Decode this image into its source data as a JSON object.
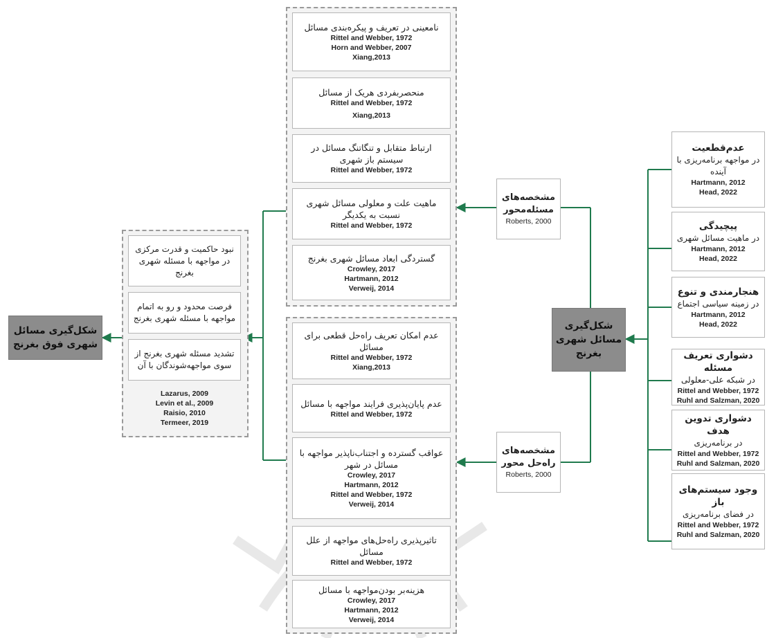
{
  "right_items": [
    {
      "head": "عدم‌قطعیت",
      "sub": "در مواجهه برنامه‌ریزی با آینده",
      "refs": [
        "Hartmann, 2012",
        "Head, 2022"
      ]
    },
    {
      "head": "پیچیدگی",
      "sub": "در ماهیت مسائل شهری",
      "refs": [
        "Hartmann, 2012",
        "Head, 2022"
      ]
    },
    {
      "head": "هنجارمندی و تنوع",
      "sub": "در زمینه سیاسی اجتماع",
      "refs": [
        "Hartmann, 2012",
        "Head, 2022"
      ]
    },
    {
      "head": "دشواری تعریف مسئله",
      "sub": "در شبکه علی-معلولی",
      "refs": [
        "Rittel and Webber, 1972",
        "Ruhl and Salzman, 2020"
      ]
    },
    {
      "head": "دشواری تدوین هدف",
      "sub": "در برنامه‌ریزی",
      "refs": [
        "Rittel and Webber, 1972",
        "Ruhl and Salzman, 2020"
      ]
    },
    {
      "head": "وجود سیستم‌های باز",
      "sub": "در فضای برنامه‌ریزی",
      "refs": [
        "Rittel and Webber, 1972",
        "Ruhl and Salzman, 2020"
      ]
    }
  ],
  "center_node": {
    "label": "شکل‌گیری مسائل شهری بغرنج"
  },
  "feature_nodes": [
    {
      "title": "مشخصه‌های مسئله‌محور",
      "ref": "Roberts, 2000"
    },
    {
      "title": "مشخصه‌های راه‌حل محور",
      "ref": "Roberts, 2000"
    }
  ],
  "problem_items": [
    {
      "text": "نامعینی در تعریف و پیکره‌بندی مسائل",
      "refs": [
        "Rittel and Webber, 1972",
        "Horn and Webber, 2007",
        "Xiang,2013"
      ]
    },
    {
      "text": "منحصربفردی هریک از مسائل",
      "refs": [
        "Rittel and Webber, 1972",
        "Xiang,2013"
      ]
    },
    {
      "text": "ارتباط متقابل و تنگاتنگ مسائل در سیستم باز شهری",
      "refs": [
        "Rittel and Webber, 1972"
      ]
    },
    {
      "text": "ماهیت علت و معلولی مسائل شهری نسبت به یکدیگر",
      "refs": [
        "Rittel and Webber, 1972"
      ]
    },
    {
      "text": "گستردگی ابعاد مسائل شهری بغرنج",
      "refs": [
        "Crowley, 2017",
        "Hartmann, 2012",
        "Verweij, 2014"
      ]
    }
  ],
  "solution_items": [
    {
      "text": "عدم امکان تعریف راه‌حل قطعی برای مسائل",
      "refs": [
        "Rittel and Webber, 1972",
        "Xiang,2013"
      ]
    },
    {
      "text": "عدم پایان‌پذیری فرایند مواجهه با مسائل",
      "refs": [
        "Rittel and Webber, 1972"
      ]
    },
    {
      "text": "عواقب گسترده و اجتناب‌ناپذیر مواجهه با مسائل در شهر",
      "refs": [
        "Crowley, 2017",
        "Hartmann, 2012",
        "Rittel and Webber, 1972",
        "Verweij, 2014"
      ]
    },
    {
      "text": "تاثیرپذیری راه‌حل‌های مواجهه از علل مسائل",
      "refs": [
        "Rittel and Webber, 1972"
      ]
    },
    {
      "text": "هزینه‌بر بودن‌مواجهه با مسائل",
      "refs": [
        "Crowley, 2017",
        "Hartmann, 2012",
        "Verweij, 2014"
      ]
    }
  ],
  "left_items": [
    {
      "text": "نبود حاکمیت و قدرت مرکزی در مواجهه با مسئله شهری بغرنج"
    },
    {
      "text": "فرصت محدود و رو به اتمام مواجهه با مسئله شهری بغرنج"
    },
    {
      "text": "تشدید مسئله شهری بغرنج از سوی مواجهه‌شوندگان با آن"
    }
  ],
  "left_refs": [
    "Lazarus, 2009",
    "Levin et al., 2009",
    "Raisio, 2010",
    "Termeer, 2019"
  ],
  "final_node": {
    "label": "شکل‌گیری مسائل شهری فوق بغرنج"
  },
  "colors": {
    "connector": "#1f7a4d",
    "dark_box": "#8c8c8c",
    "group_bg": "#f3f3f3",
    "group_border": "#999999"
  }
}
